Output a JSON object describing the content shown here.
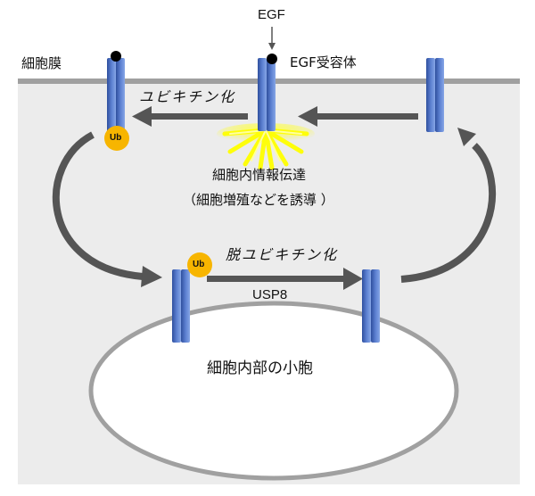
{
  "labels": {
    "membrane": "細胞膜",
    "egf": "EGF",
    "egf_receptor": "EGF受容体",
    "ubiquitination": "ユビキチン化",
    "signaling_line1": "細胞内情報伝達",
    "signaling_line2": "（細胞増殖などを誘導 ）",
    "deubiquitination": "脱ユビキチン化",
    "usp8": "USP8",
    "vesicle": "細胞内部の小胞",
    "ub": "Ub"
  },
  "colors": {
    "cytoplasm": "#ececec",
    "membrane": "#a0a0a0",
    "receptor_dark": "#2f4f9e",
    "receptor_light": "#6f93dc",
    "arrow": "#555555",
    "ubiquitin": "#f7b500",
    "signal_burst": "#ffff00",
    "vesicle_fill": "#ffffff",
    "vesicle_stroke": "#a0a0a0",
    "ligand": "#000000"
  }
}
